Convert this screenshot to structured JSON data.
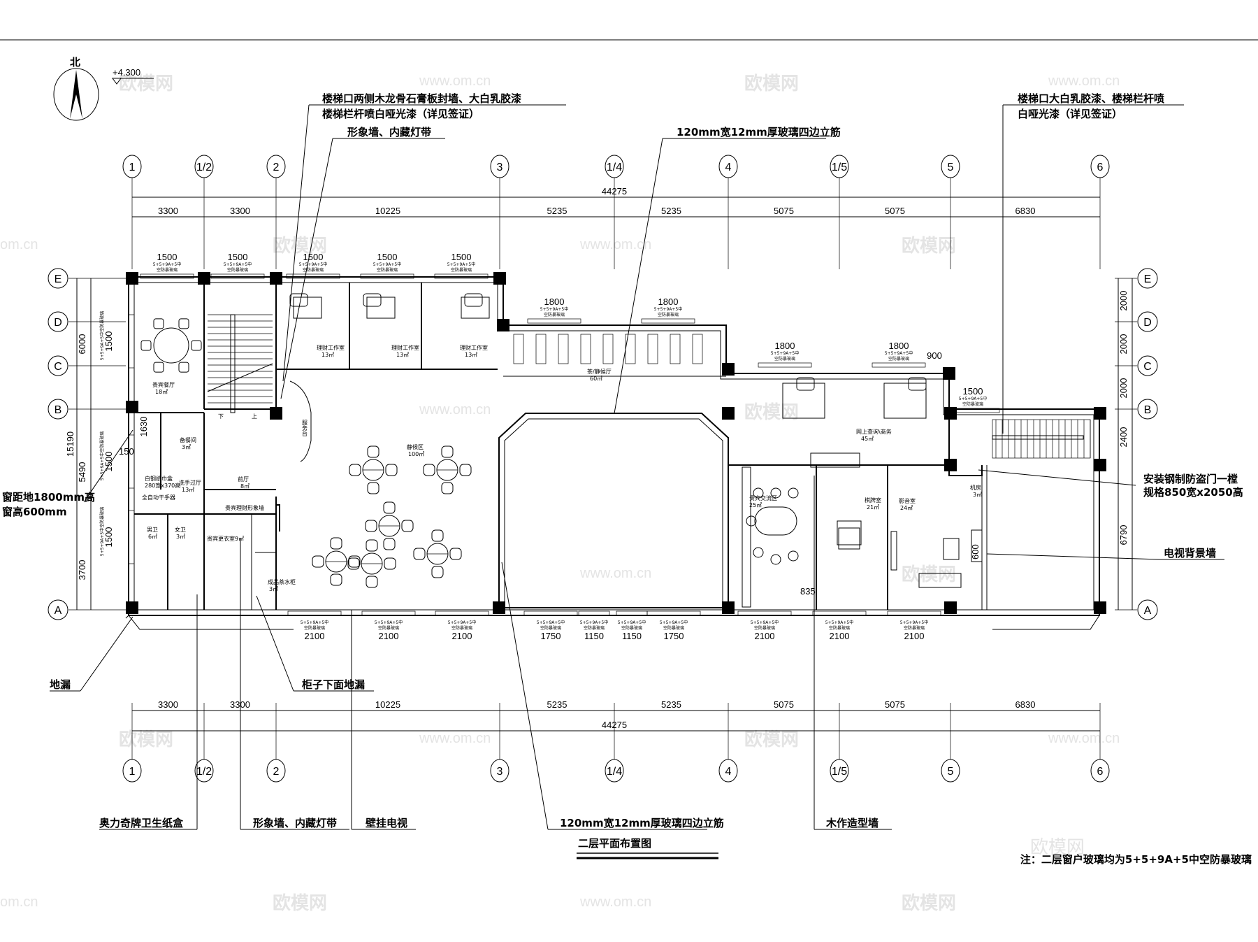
{
  "north_label": "北",
  "elevation": "+4.300",
  "title": "二层平面布置图",
  "note": "注：二层窗户玻璃均为5+5+9A+5中空防暴玻璃",
  "watermark": {
    "logo": "欧模网",
    "url": "www.om.cn"
  },
  "axes": {
    "columns": [
      "1",
      "1/2",
      "2",
      "3",
      "1/4",
      "4",
      "1/5",
      "5",
      "6"
    ],
    "rows": [
      "E",
      "D",
      "C",
      "B",
      "A"
    ]
  },
  "dims": {
    "total": "44275",
    "sub": [
      "3300",
      "3300",
      "10225",
      "5235",
      "5235",
      "5075",
      "5075",
      "6830"
    ],
    "left": [
      "6000",
      "15190",
      "5490",
      "3700"
    ],
    "right": [
      "2000",
      "2000",
      "2000",
      "2400",
      "6790"
    ],
    "top_windows": [
      "1500",
      "1500",
      "1500",
      "1500",
      "1500",
      "1800",
      "1800",
      "1800",
      "1800",
      "1500",
      "900"
    ],
    "bottom_windows": [
      "2100",
      "2100",
      "2100",
      "1750",
      "1150",
      "1150",
      "1750",
      "2100",
      "2100",
      "2100"
    ],
    "left_windows": [
      "1500",
      "1500",
      "1500"
    ],
    "misc": [
      "1630",
      "150",
      "835",
      "600"
    ]
  },
  "window_spec": [
    "5+5+9A+5中",
    "空防暴玻璃"
  ],
  "annotations": {
    "stair_left_1": "楼梯口两侧木龙骨石膏板封墙、大白乳胶漆",
    "stair_left_2": "楼梯栏杆喷白哑光漆（详见签证）",
    "image_wall_top": "形象墙、内藏灯带",
    "glass_top": "120mm宽12mm厚玻璃四边立筋",
    "stair_right_1": "楼梯口大白乳胶漆、楼梯栏杆喷",
    "stair_right_2": "白哑光漆（详见签证）",
    "door_1": "安装钢制防盗门一樘",
    "door_2": "规格850宽x2050高",
    "tv_wall": "电视背景墙",
    "window_1": "窗距地1800mm高",
    "window_2": "窗高600mm",
    "floor_drain": "地漏",
    "cabinet_drain": "柜子下面地漏",
    "tissue_box": "奥力奇牌卫生纸盒",
    "image_wall_bottom": "形象墙、内藏灯带",
    "wall_tv": "壁挂电视",
    "glass_bottom": "120mm宽12mm厚玻璃四边立筋",
    "wood_wall": "木作造型墙"
  },
  "rooms": [
    {
      "name": "贵宾餐厅",
      "area": "18㎡"
    },
    {
      "name": "备餐间",
      "area": "3㎡"
    },
    {
      "name": "理财工作室",
      "area": "13㎡"
    },
    {
      "name": "理财工作室",
      "area": "13㎡"
    },
    {
      "name": "理财工作室",
      "area": "13㎡"
    },
    {
      "name": "服务台",
      "area": ""
    },
    {
      "name": "静候区",
      "area": "100㎡"
    },
    {
      "name": "茶/静候厅",
      "area": "60㎡"
    },
    {
      "name": "网上查询\\商务",
      "area": "45㎡"
    },
    {
      "name": "贵宾交流区",
      "area": "25㎡"
    },
    {
      "name": "棋牌室",
      "area": "21㎡"
    },
    {
      "name": "影音室",
      "area": "24㎡"
    },
    {
      "name": "机房",
      "area": "3㎡"
    },
    {
      "name": "洗手过厅",
      "area": "13㎡"
    },
    {
      "name": "前厅",
      "area": "8㎡"
    },
    {
      "name": "男卫",
      "area": "6㎡"
    },
    {
      "name": "女卫",
      "area": "3㎡"
    },
    {
      "name": "贵宾更衣室",
      "area": "9㎡"
    },
    {
      "name": "成品茶水柜",
      "area": "3㎡"
    }
  ],
  "fixtures": {
    "tissue": "白钢纸巾盒",
    "tissue_size": "280宽x370高",
    "dryer": "全自动干手器",
    "image_wall": "贵宾理财形象墙",
    "stair_down": "下",
    "stair_up": "上"
  }
}
